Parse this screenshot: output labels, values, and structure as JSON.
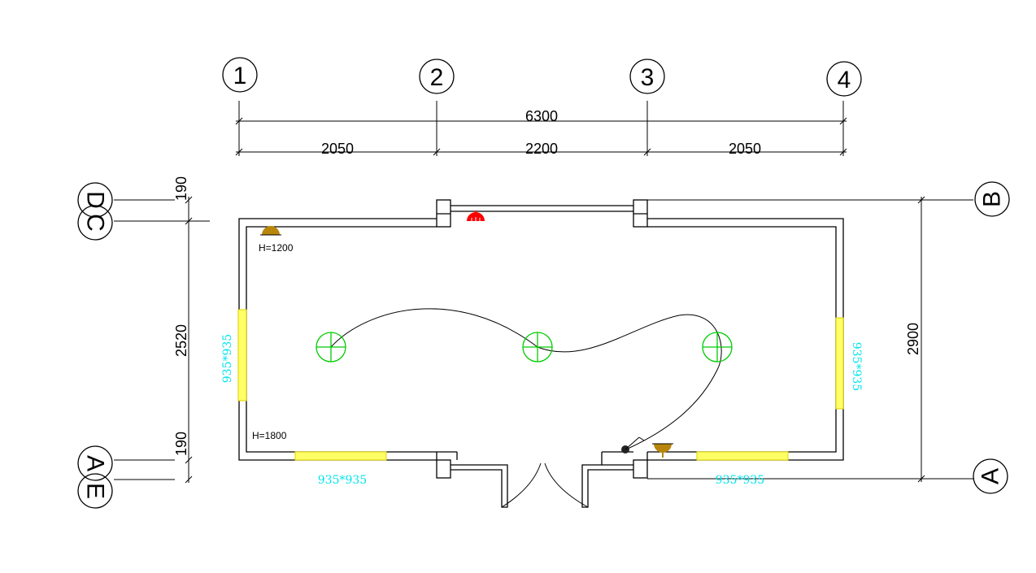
{
  "grid": {
    "top": [
      "1",
      "2",
      "3",
      "4"
    ],
    "left_top": [
      "D",
      "C"
    ],
    "left_bottom": [
      "A",
      "E"
    ],
    "right_top": "B",
    "right_bottom": "A"
  },
  "dimensions": {
    "overall": "6300",
    "bays": [
      "2050",
      "2200",
      "2050"
    ],
    "left_top_offset": "190",
    "left_mid": "2520",
    "left_bottom_offset": "190",
    "right_total": "2900"
  },
  "annotations": {
    "h_top": "H=1200",
    "h_bottom": "H=1800",
    "window_left": "935*935",
    "window_right": "935*935",
    "window_bottom_left": "935*935",
    "window_bottom_right": "935*935"
  },
  "colors": {
    "line": "#000000",
    "window": "#ffff66",
    "window_label": "#00e5ee",
    "light": "#00cc00",
    "socket": "#b8860b",
    "alarm": "#ff0000"
  },
  "icons": {
    "light_fixture": "circle-cross-icon",
    "socket": "half-circle-socket-icon",
    "alarm": "red-bell-icon",
    "switch": "wall-switch-icon"
  }
}
